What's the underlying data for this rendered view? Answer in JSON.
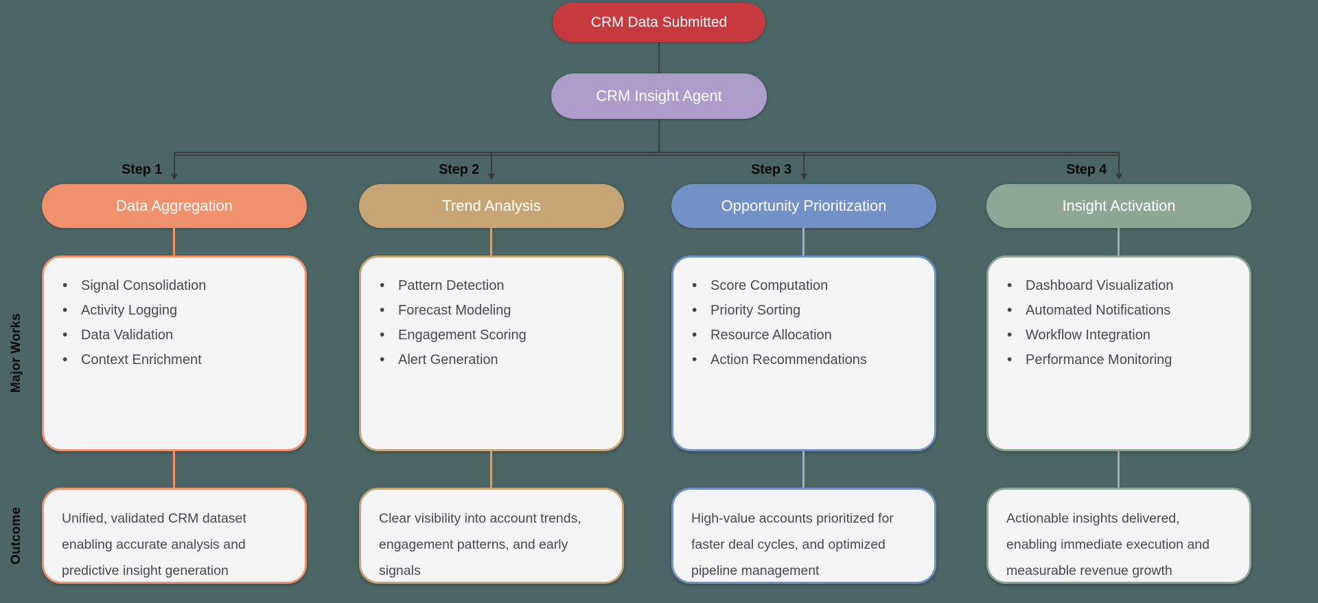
{
  "colors": {
    "background": "#4B6665",
    "line": "#3B3B3B",
    "card_background": "#F5F4F4",
    "card_text": "#45484D",
    "step_label_text": "#0B0B0B"
  },
  "root": {
    "label": "CRM Data Submitted",
    "color": "#C5393F"
  },
  "agent": {
    "label": "CRM Insight Agent",
    "color": "#AC9CC9"
  },
  "row_labels": {
    "major_works": "Major Works",
    "outcome": "Outcome"
  },
  "columns": [
    {
      "step": "Step 1",
      "title": "Data Aggregation",
      "accent": "#F0916B",
      "connector": "#F0916B",
      "works": [
        "Signal Consolidation",
        "Activity Logging",
        "Data Validation",
        "Context Enrichment"
      ],
      "outcome": "Unified, validated CRM dataset enabling accurate analysis and predictive insight generation"
    },
    {
      "step": "Step 2",
      "title": "Trend Analysis",
      "accent": "#C7A474",
      "connector": "#C7A474",
      "works": [
        "Pattern Detection",
        "Forecast Modeling",
        "Engagement Scoring",
        "Alert Generation"
      ],
      "outcome": "Clear visibility into account trends, engagement patterns, and early signals"
    },
    {
      "step": "Step 3",
      "title": "Opportunity Prioritization",
      "accent": "#7291C9",
      "connector": "#9FAEDC",
      "works": [
        "Score Computation",
        "Priority Sorting",
        "Resource Allocation",
        "Action Recommendations"
      ],
      "outcome": "High-value accounts prioritized for faster deal cycles, and optimized pipeline management"
    },
    {
      "step": "Step 4",
      "title": "Insight Activation",
      "accent": "#8EA695",
      "connector": "#9DAFA3",
      "works": [
        "Dashboard Visualization",
        "Automated Notifications",
        "Workflow Integration",
        "Performance Monitoring"
      ],
      "outcome": "Actionable insights delivered, enabling immediate execution and measurable revenue growth"
    }
  ]
}
